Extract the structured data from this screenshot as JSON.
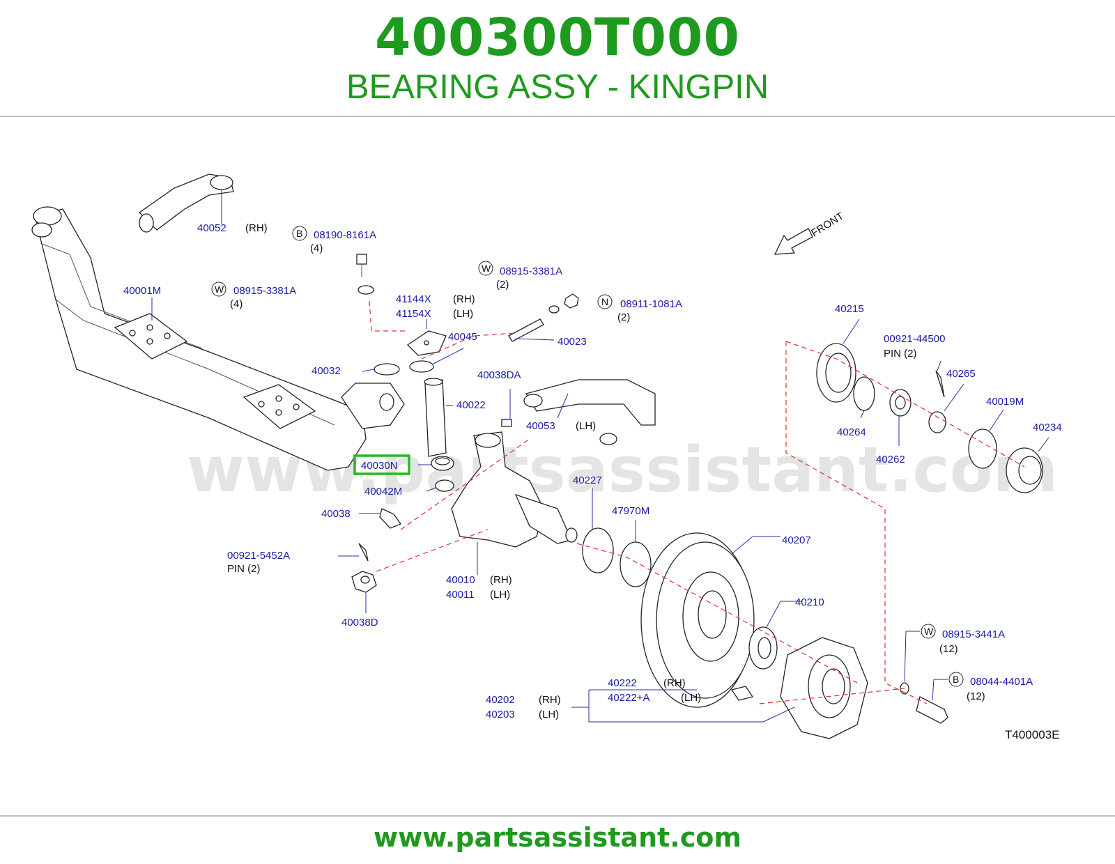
{
  "header": {
    "part_number": "400300T000",
    "title": "BEARING ASSY - KINGPIN"
  },
  "watermark": "www.partsassistant.com",
  "footer": {
    "url": "www.partsassistant.com"
  },
  "diagram": {
    "front_label": "FRONT",
    "figure_code": "T400003E",
    "highlight_color": "#22bb22",
    "label_color": "#1a1aa8",
    "callouts": {
      "c40052": "40052",
      "c40052q": "(RH)",
      "c08190": "08190-8161A",
      "c08190q": "(4)",
      "c08190s": "B",
      "c40001m": "40001M",
      "c08915a": "08915-3381A",
      "c08915aq": "(4)",
      "c08915as": "W",
      "c41144x": "41144X",
      "c41144xq": "(RH)",
      "c41154x": "41154X",
      "c41154xq": "(LH)",
      "c08915b": "08915-3381A",
      "c08915bq": "(2)",
      "c08915bs": "W",
      "c08911": "08911-1081A",
      "c08911q": "(2)",
      "c08911s": "N",
      "c40045": "40045",
      "c40023": "40023",
      "c40032": "40032",
      "c40038da": "40038DA",
      "c40022": "40022",
      "c40053": "40053",
      "c40053q": "(LH)",
      "c40030n": "40030N",
      "c40042m": "40042M",
      "c40038": "40038",
      "c40227": "40227",
      "c47970m": "47970M",
      "c00921a": "00921-5452A",
      "c00921aq": "PIN   (2)",
      "c40010": "40010",
      "c40010q": "(RH)",
      "c40011": "40011",
      "c40011q": "(LH)",
      "c40038d": "40038D",
      "c40215": "40215",
      "c00921b": "00921-44500",
      "c00921bq": "PIN   (2)",
      "c40265": "40265",
      "c40019m": "40019M",
      "c40234": "40234",
      "c40264": "40264",
      "c40262": "40262",
      "c40207": "40207",
      "c40210": "40210",
      "c08915c": "08915-3441A",
      "c08915cq": "(12)",
      "c08915cs": "W",
      "c08044": "08044-4401A",
      "c08044q": "(12)",
      "c08044s": "B",
      "c40222": "40222",
      "c40222q": "(RH)",
      "c40222a": "40222+A",
      "c40222aq": "(LH)",
      "c40202": "40202",
      "c40202q": "(RH)",
      "c40203": "40203",
      "c40203q": "(LH)"
    }
  }
}
